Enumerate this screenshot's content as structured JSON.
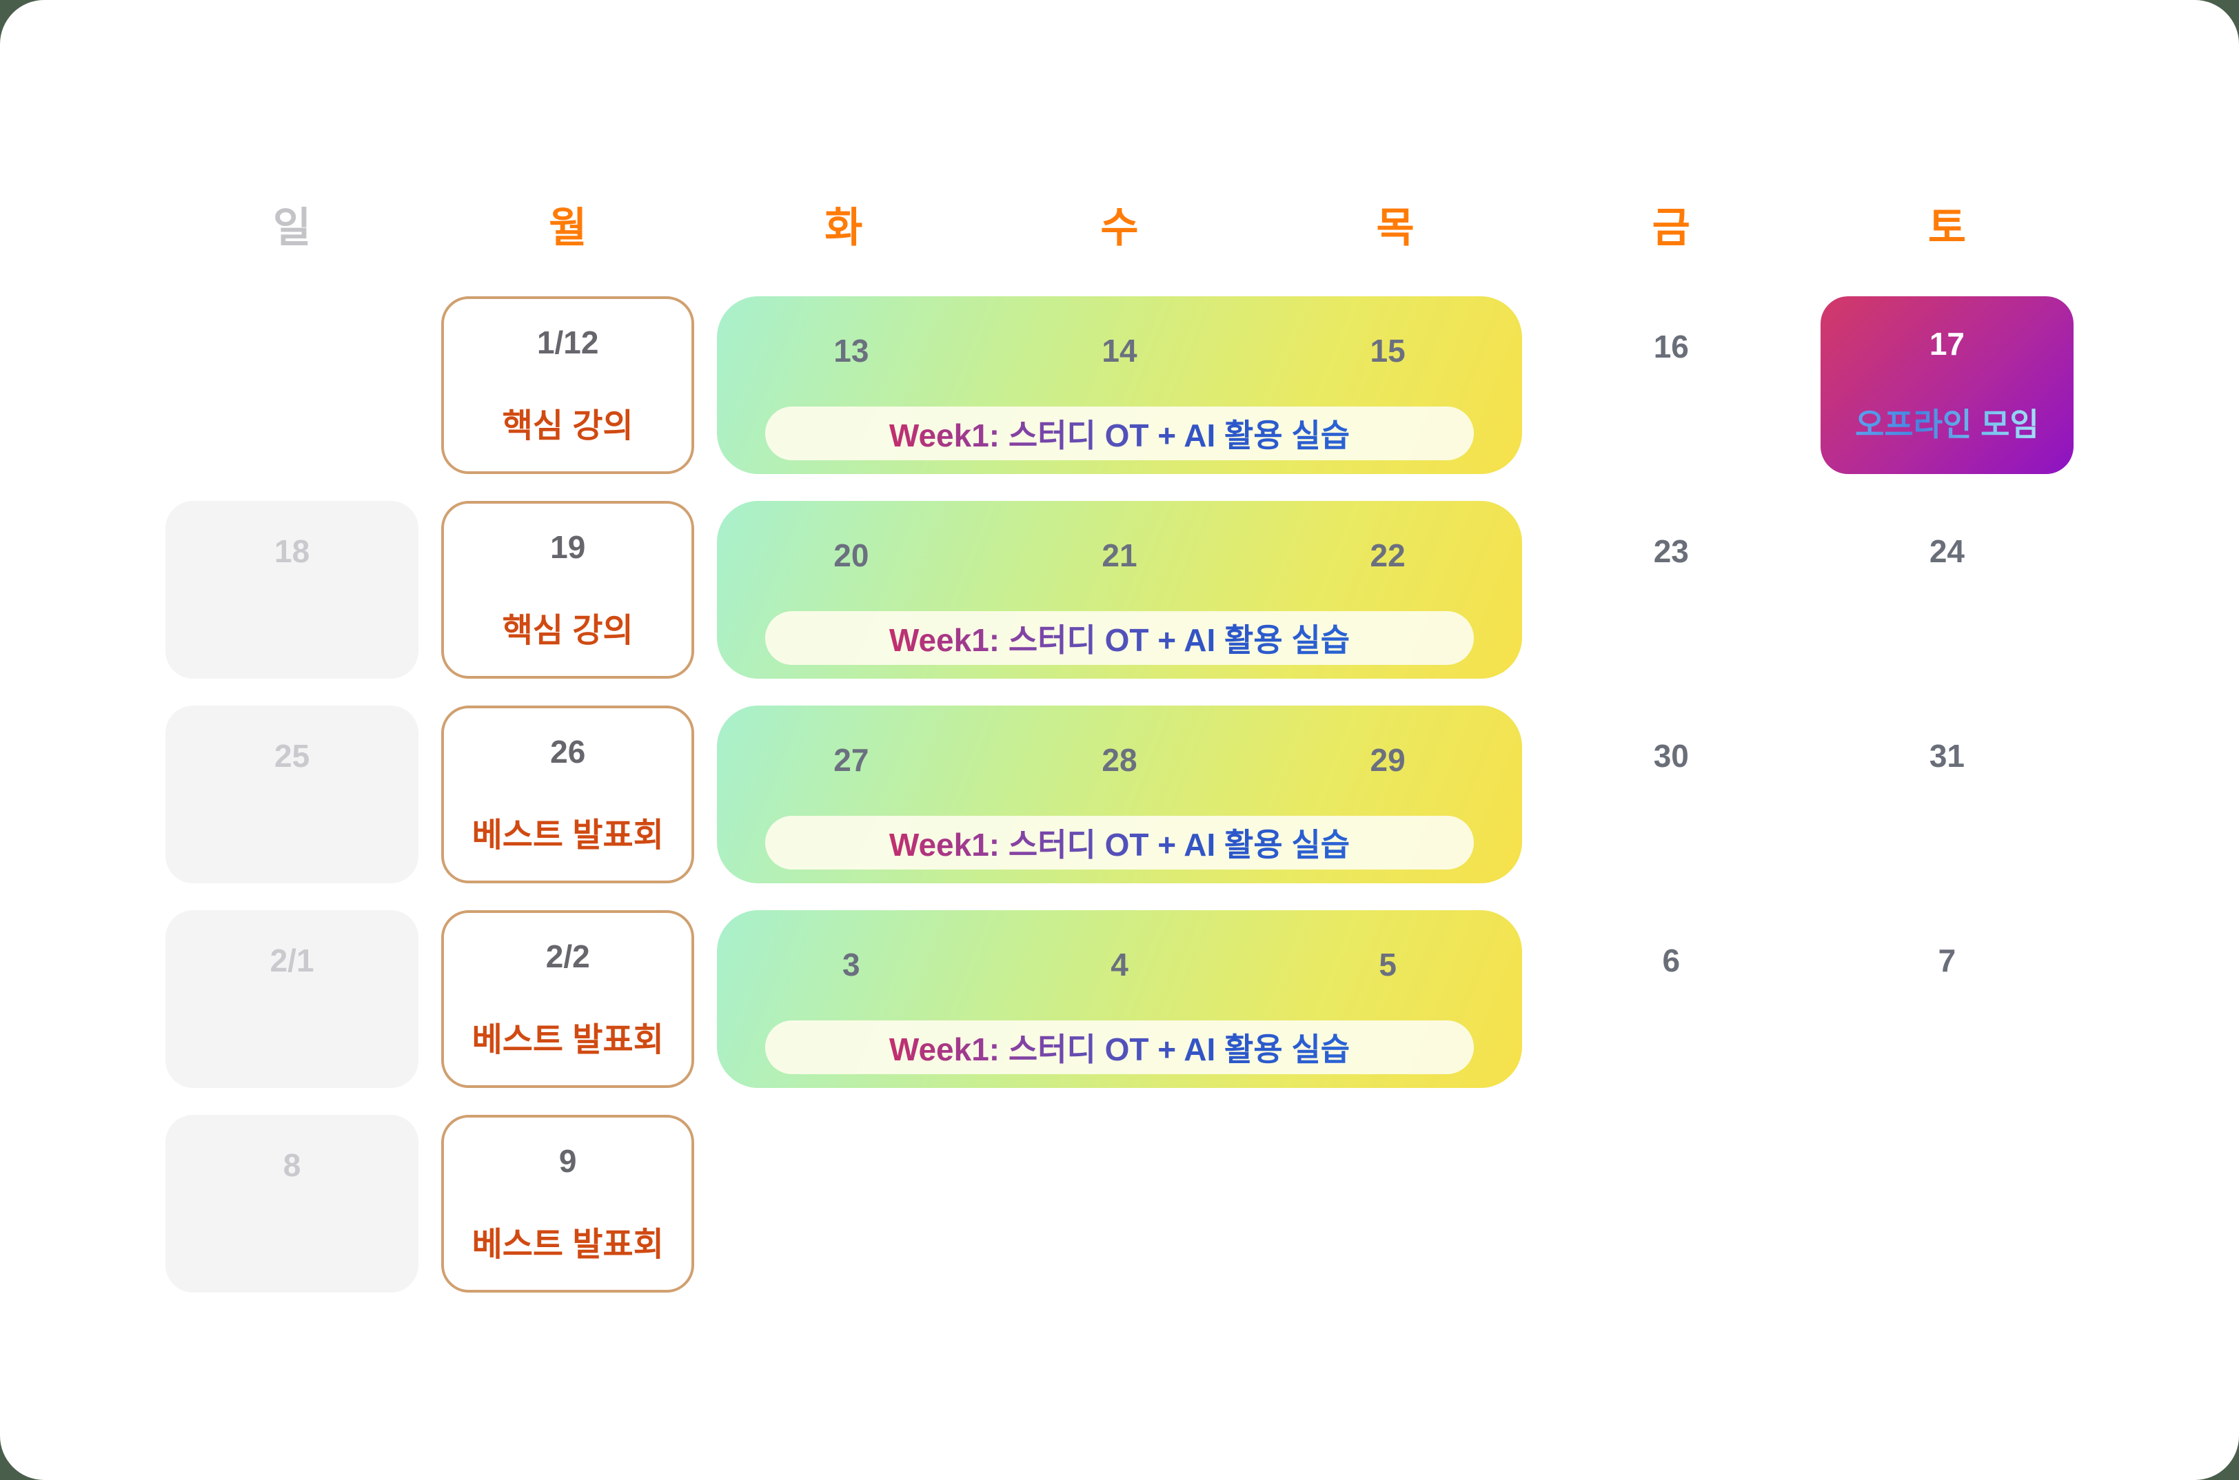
{
  "page": {
    "background_color": "#4a5e4c",
    "surface_color": "#ffffff"
  },
  "colors": {
    "header_orange": "#ff7b08",
    "header_muted_gray": "#c4c4c8",
    "date_gray": "#696e79",
    "muted_date_gray": "#c9c9ce",
    "event_card_border": "#d0a070",
    "event_card_label_orange": "#d04a12",
    "week_block_gradient": [
      "#a9f0cd",
      "#e9ea64",
      "#f6e14b"
    ],
    "pill_background": "#fdfdeb",
    "pill_text_gradient": [
      "#c22f6d",
      "#5a50b8",
      "#2a62d4"
    ],
    "offline_card_gradient": [
      "#d23a68",
      "#8d13c4"
    ],
    "offline_label_gradient": [
      "#5aa2ee",
      "#a5e0f6"
    ]
  },
  "weekday_header": {
    "days": [
      {
        "label": "일"
      },
      {
        "label": "월"
      },
      {
        "label": "화"
      },
      {
        "label": "수"
      },
      {
        "label": "목"
      },
      {
        "label": "금"
      },
      {
        "label": "토"
      }
    ]
  },
  "weeks": [
    {
      "monday": {
        "date": "1/12",
        "label": "핵심 강의"
      },
      "block": {
        "dates": [
          "13",
          "14",
          "15"
        ],
        "label": "Week1: 스터디 OT + AI 활용 실습"
      },
      "friday": "16",
      "saturday_event": {
        "date": "17",
        "label": "오프라인 모임"
      }
    },
    {
      "sunday": "18",
      "monday": {
        "date": "19",
        "label": "핵심 강의"
      },
      "block": {
        "dates": [
          "20",
          "21",
          "22"
        ],
        "label": "Week1: 스터디 OT + AI 활용 실습"
      },
      "friday": "23",
      "saturday": "24"
    },
    {
      "sunday": "25",
      "monday": {
        "date": "26",
        "label": "베스트 발표회"
      },
      "block": {
        "dates": [
          "27",
          "28",
          "29"
        ],
        "label": "Week1: 스터디 OT + AI 활용 실습"
      },
      "friday": "30",
      "saturday": "31"
    },
    {
      "sunday": "2/1",
      "monday": {
        "date": "2/2",
        "label": "베스트 발표회"
      },
      "block": {
        "dates": [
          "3",
          "4",
          "5"
        ],
        "label": "Week1: 스터디 OT + AI 활용 실습"
      },
      "friday": "6",
      "saturday": "7"
    },
    {
      "sunday": "8",
      "monday": {
        "date": "9",
        "label": "베스트 발표회"
      }
    }
  ]
}
